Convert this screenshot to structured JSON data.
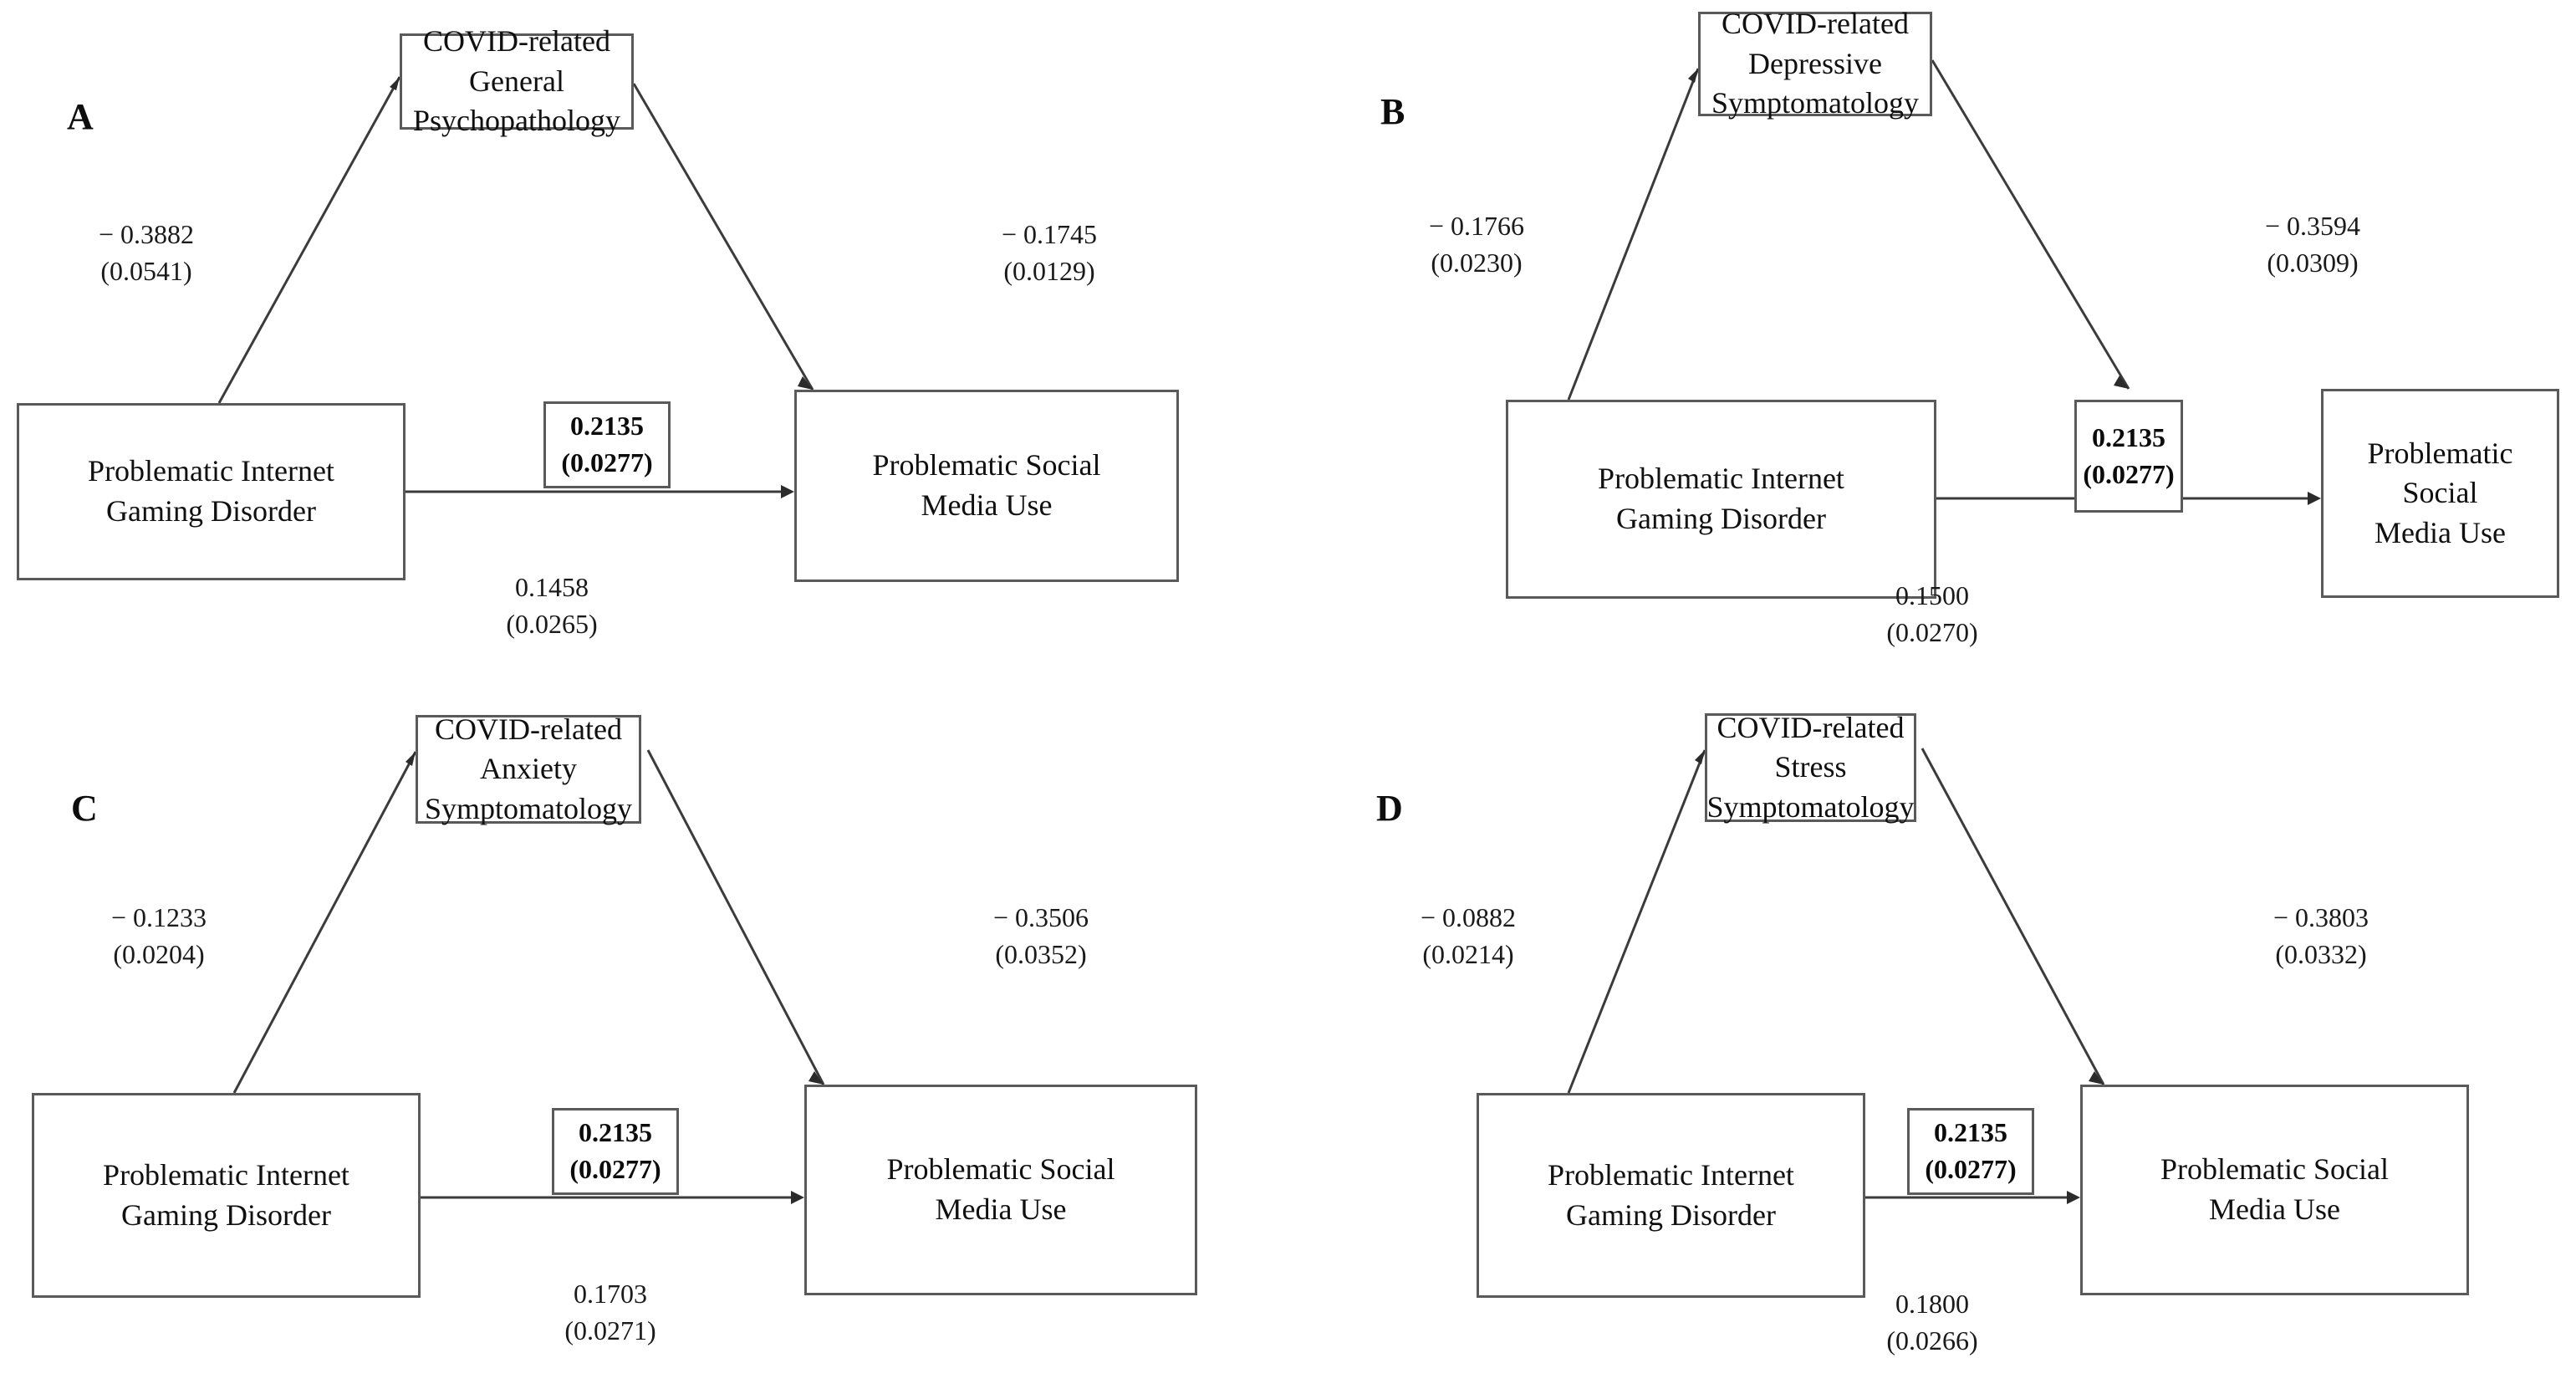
{
  "figure": {
    "type": "mediation-path-diagram-grid",
    "panel_count": 4,
    "shared": {
      "predictor_label": "Problematic Internet\nGaming Disorder",
      "outcome_label": "Problematic Social\nMedia Use",
      "direct_effect": "0.2135\n(0.0277)",
      "direct_effect_estimate": "0.2135",
      "direct_effect_se": "(0.0277)"
    },
    "panels": [
      {
        "id": "A",
        "label": "A",
        "mediator_label": "COVID-related\nGeneral\nPsychopathology",
        "path_a": "− 0.3882\n(0.0541)",
        "path_a_estimate": "− 0.3882",
        "path_a_se": "(0.0541)",
        "path_b": "− 0.1745\n(0.0129)",
        "path_b_estimate": "− 0.1745",
        "path_b_se": "(0.0129)",
        "path_indirect": "0.1458\n(0.0265)",
        "path_indirect_estimate": "0.1458",
        "path_indirect_se": "(0.0265)",
        "path_c": "0.2135\n(0.0277)"
      },
      {
        "id": "B",
        "label": "B",
        "mediator_label": "COVID-related\nDepressive\nSymptomatology",
        "path_a": "− 0.1766\n(0.0230)",
        "path_a_estimate": "− 0.1766",
        "path_a_se": "(0.0230)",
        "path_b": "− 0.3594\n(0.0309)",
        "path_b_estimate": "− 0.3594",
        "path_b_se": "(0.0309)",
        "path_indirect": "0.1500\n(0.0270)",
        "path_indirect_estimate": "0.1500",
        "path_indirect_se": "(0.0270)",
        "path_c": "0.2135\n(0.0277)"
      },
      {
        "id": "C",
        "label": "C",
        "mediator_label": "COVID-related\nAnxiety\nSymptomatology",
        "path_a": "− 0.1233\n(0.0204)",
        "path_a_estimate": "− 0.1233",
        "path_a_se": "(0.0204)",
        "path_b": "− 0.3506\n(0.0352)",
        "path_b_estimate": "− 0.3506",
        "path_b_se": "(0.0352)",
        "path_indirect": "0.1703\n(0.0271)",
        "path_indirect_estimate": "0.1703",
        "path_indirect_se": "(0.0271)",
        "path_c": "0.2135\n(0.0277)"
      },
      {
        "id": "D",
        "label": "D",
        "mediator_label": "COVID-related\nStress\nSymptomatology",
        "path_a": "− 0.0882\n(0.0214)",
        "path_a_estimate": "− 0.0882",
        "path_a_se": "(0.0214)",
        "path_b": "− 0.3803\n(0.0332)",
        "path_b_estimate": "− 0.3803",
        "path_b_se": "(0.0332)",
        "path_indirect": "0.1800\n(0.0266)",
        "path_indirect_estimate": "0.1800",
        "path_indirect_se": "(0.0266)",
        "path_c": "0.2135\n(0.0277)"
      }
    ]
  },
  "colors": {
    "background": "#ffffff",
    "box_border": "#5a5a5a",
    "arrow": "#3b3b3b",
    "text": "#111111"
  }
}
